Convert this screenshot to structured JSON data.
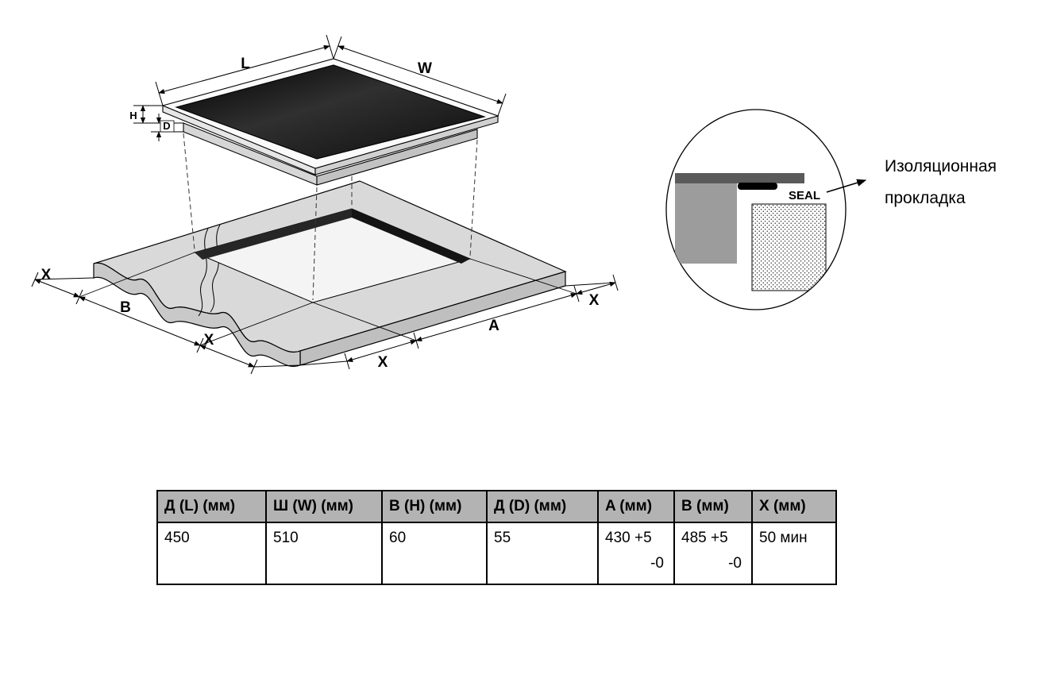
{
  "drawing": {
    "dim_labels": {
      "L": "L",
      "W": "W",
      "H": "H",
      "D": "D",
      "A": "A",
      "B": "B",
      "X": "X"
    }
  },
  "detail": {
    "seal_label": "SEAL",
    "annotation_line1": "Изоляционная",
    "annotation_line2": "прокладка"
  },
  "table": {
    "headers": [
      "Д (L) (мм)",
      "Ш (W) (мм)",
      "В (H) (мм)",
      "Д (D) (мм)",
      "A (мм)",
      "B (мм)",
      "X (мм)"
    ],
    "values": [
      "450",
      "510",
      "60",
      "55",
      "430 +5",
      "485 +5",
      "50 мин"
    ],
    "tolerances": [
      "",
      "",
      "",
      "",
      "-0",
      "-0",
      ""
    ]
  },
  "colors": {
    "glass_panel": "#1c1c1c",
    "countertop": "#d9d9d9",
    "table_header_bg": "#b3b3b3"
  }
}
